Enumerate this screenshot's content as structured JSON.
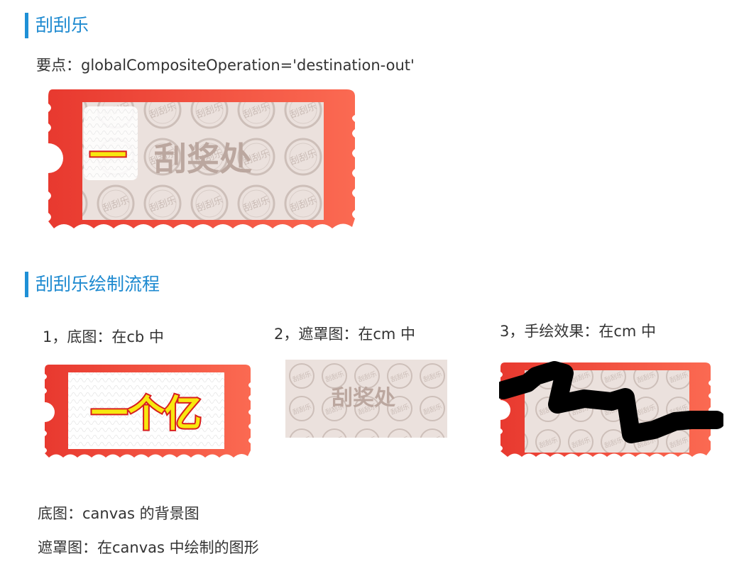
{
  "section1": {
    "title": "刮刮乐",
    "keypoint": "要点：globalCompositeOperation='destination-out'"
  },
  "section2": {
    "title": "刮刮乐绘制流程",
    "steps": [
      {
        "label": "1，底图：在cb 中"
      },
      {
        "label": "2，遮罩图：在cm 中"
      },
      {
        "label": "3，手绘效果：在cm 中"
      }
    ]
  },
  "ticket": {
    "mask_text": "刮奖处",
    "seal_text": "刮刮乐",
    "prize_text": "一个亿",
    "revealed_stroke": "一"
  },
  "notes": [
    "底图：canvas 的背景图",
    "遮罩图：在canvas 中绘制的图形"
  ],
  "colors": {
    "accent": "#1e8ad0",
    "ticket_red": "#ec4638",
    "mask_bg": "#ebe1dd",
    "seal": "#cbbcb6",
    "prize_fill": "#f7e80f",
    "prize_outline": "#d81e1e"
  }
}
